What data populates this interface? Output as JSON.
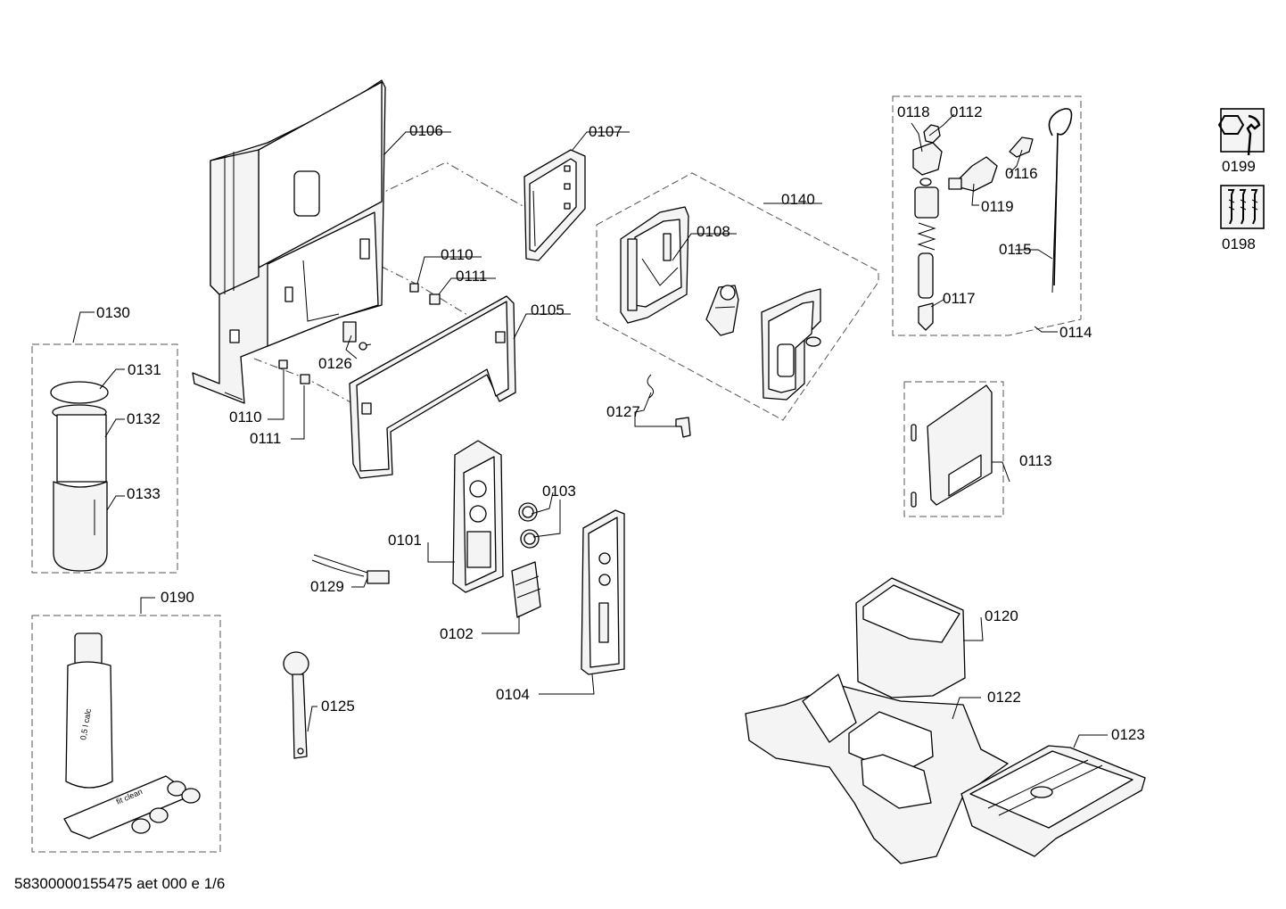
{
  "footer": {
    "document_id": "58300000155475 aet 000 e 1/6"
  },
  "labels": {
    "p0101": "0101",
    "p0102": "0102",
    "p0103": "0103",
    "p0104": "0104",
    "p0105": "0105",
    "p0106": "0106",
    "p0107": "0107",
    "p0108": "0108",
    "p0110a": "0110",
    "p0110b": "0110",
    "p0111a": "0111",
    "p0111b": "0111",
    "p0112": "0112",
    "p0113": "0113",
    "p0114": "0114",
    "p0115": "0115",
    "p0116": "0116",
    "p0117": "0117",
    "p0118": "0118",
    "p0119": "0119",
    "p0120": "0120",
    "p0122": "0122",
    "p0123": "0123",
    "p0125": "0125",
    "p0126": "0126",
    "p0127": "0127",
    "p0129": "0129",
    "p0130": "0130",
    "p0131": "0131",
    "p0132": "0132",
    "p0133": "0133",
    "p0140": "0140",
    "p0190": "0190",
    "p0198": "0198",
    "p0199": "0199"
  },
  "bottle_text": "0,5 l calc",
  "pack_text": "fit clean",
  "icons": {
    "p0199": "wrench-tool-icon",
    "p0198": "screws-icon"
  }
}
